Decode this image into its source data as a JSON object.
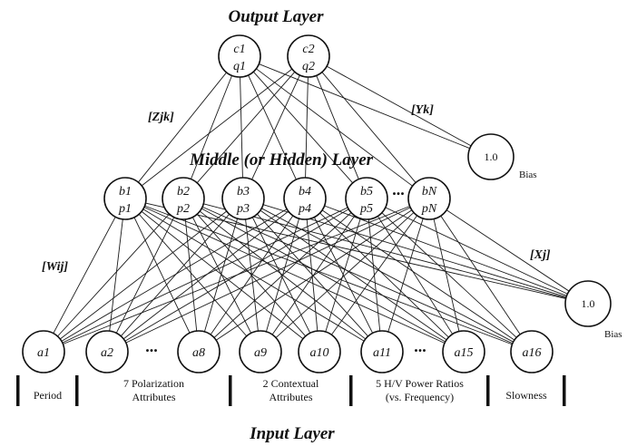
{
  "titles": {
    "output": "Output Layer",
    "hidden": "Middle (or Hidden) Layer",
    "input": "Input Layer"
  },
  "output_nodes": [
    {
      "top": "c1",
      "bottom": "q1"
    },
    {
      "top": "c2",
      "bottom": "q2"
    }
  ],
  "hidden_nodes": [
    {
      "top": "b1",
      "bottom": "p1"
    },
    {
      "top": "b2",
      "bottom": "p2"
    },
    {
      "top": "b3",
      "bottom": "p3"
    },
    {
      "top": "b4",
      "bottom": "p4"
    },
    {
      "top": "b5",
      "bottom": "p5"
    },
    {
      "top": "bN",
      "bottom": "pN"
    }
  ],
  "input_nodes": [
    "a1",
    "a2",
    "a8",
    "a9",
    "a10",
    "a11",
    "a15",
    "a16"
  ],
  "bias": {
    "value": "1.0",
    "label": "Bias"
  },
  "weights": {
    "z": "[Zjk]",
    "y": "[Yk]",
    "w": "[Wij]",
    "x": "[Xj]"
  },
  "ellipsis": "...",
  "groups": [
    {
      "lines": [
        "Period"
      ]
    },
    {
      "lines": [
        "7 Polarization",
        "Attributes"
      ]
    },
    {
      "lines": [
        "2 Contextual",
        "Attributes"
      ]
    },
    {
      "lines": [
        "5 H/V Power Ratios",
        "(vs. Frequency)"
      ]
    },
    {
      "lines": [
        "Slowness"
      ]
    }
  ]
}
